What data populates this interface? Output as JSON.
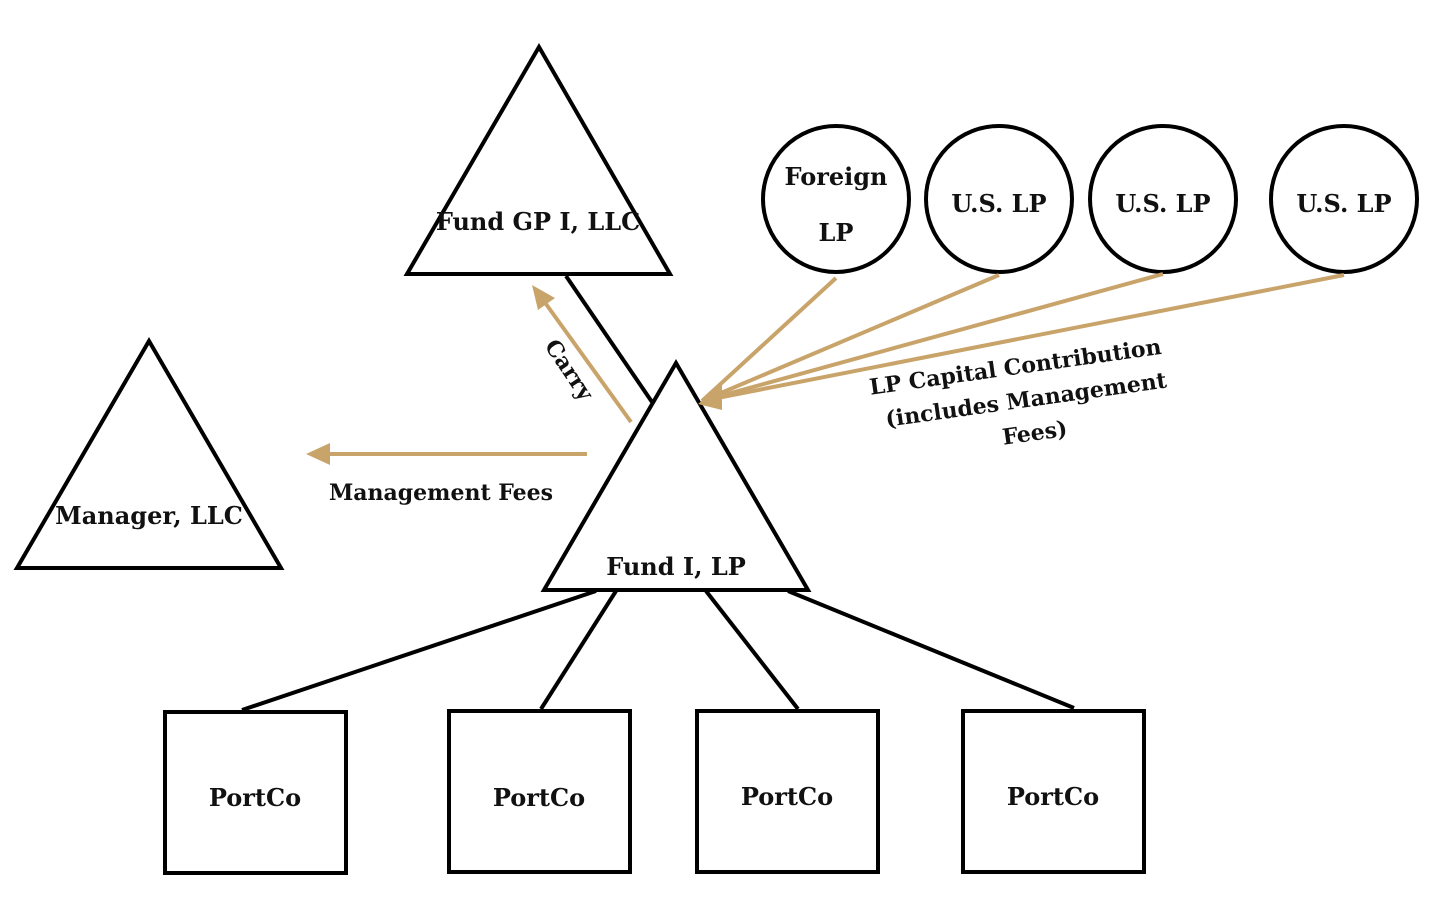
{
  "entities": {
    "fund_gp": "Fund GP I, LLC",
    "manager": "Manager, LLC",
    "fund": "Fund I, LP"
  },
  "investors": {
    "foreign_lp_line1": "Foreign",
    "foreign_lp_line2": "LP",
    "us_lp_1": "U.S. LP",
    "us_lp_2": "U.S. LP",
    "us_lp_3": "U.S. LP"
  },
  "portfolio": [
    "PortCo",
    "PortCo",
    "PortCo",
    "PortCo"
  ],
  "flows": {
    "carry": "Carry",
    "management_fees": "Management Fees",
    "lp_contribution_line1": "LP Capital Contribution",
    "lp_contribution_line2": "(includes Management",
    "lp_contribution_line3": "Fees)"
  },
  "colors": {
    "flow_arrow": "#c9a46a",
    "outline": "#000000",
    "background": "#ffffff"
  }
}
